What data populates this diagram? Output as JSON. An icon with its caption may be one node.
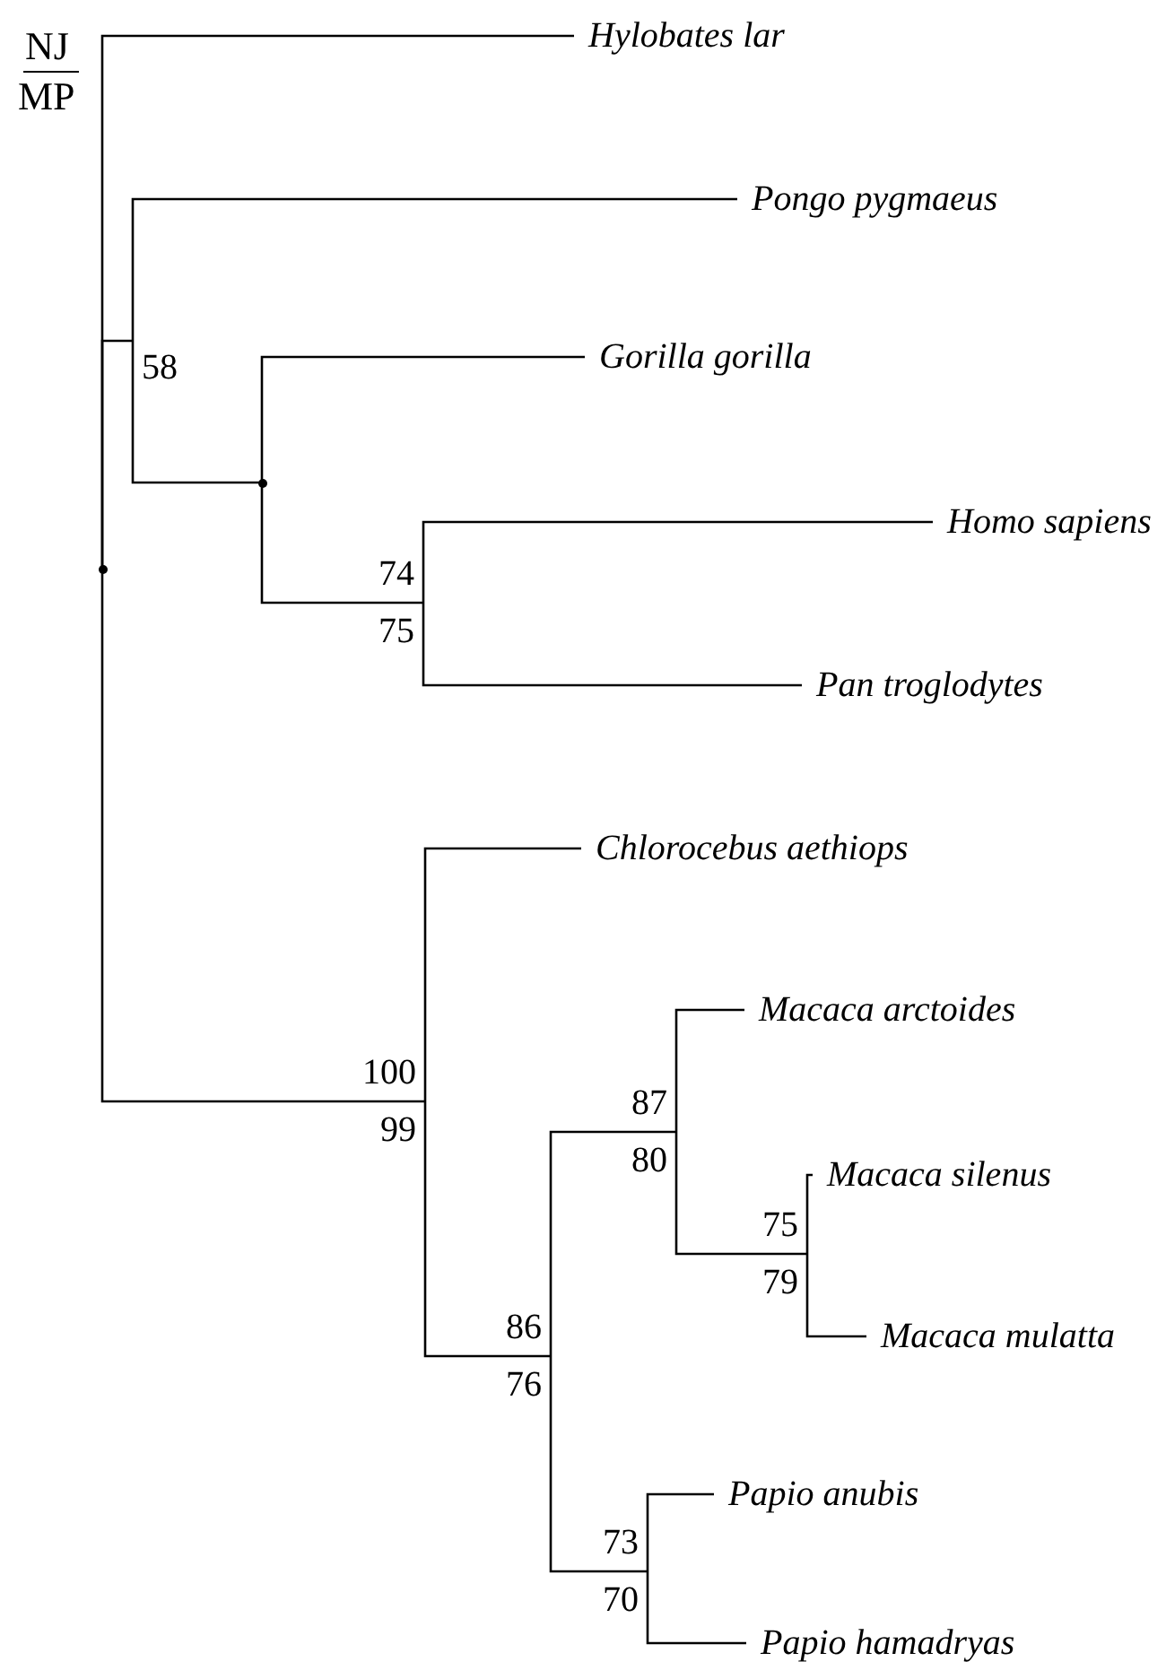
{
  "diagram": {
    "nodes": [
      {
        "text": [],
        "shape": "point"
      },
      {
        "text": [
          "Hylobates lar"
        ]
      },
      {
        "text": [
          "58"
        ]
      },
      {
        "text": [
          "Pongo pygmaeus"
        ]
      },
      {
        "text": [],
        "shape": "point"
      },
      {
        "text": [
          "Gorilla gorilla"
        ]
      },
      {
        "text": [
          "74",
          "75"
        ]
      },
      {
        "text": [
          "Homo sapiens"
        ]
      },
      {
        "text": [
          "Pan troglodytes"
        ]
      },
      {
        "text": [
          "100",
          "99"
        ]
      },
      {
        "text": [
          "Chlorocebus aethiops"
        ]
      },
      {
        "text": [
          "86",
          "76"
        ]
      },
      {
        "text": [
          "87",
          "80"
        ]
      },
      {
        "text": [
          "Macaca arctoides"
        ]
      },
      {
        "text": [
          "75",
          "79"
        ]
      },
      {
        "text": [
          "Macaca silenus"
        ]
      },
      {
        "text": [
          "Macaca mulatta"
        ]
      },
      {
        "text": [
          "73",
          "70"
        ]
      },
      {
        "text": [
          "Papio anubis"
        ]
      },
      {
        "text": [
          "Papio hamadryas"
        ]
      }
    ],
    "edges": [
      {
        "from": 0,
        "to": 1,
        "arrow": "none"
      },
      {
        "from": 0,
        "to": 2,
        "arrow": "none"
      },
      {
        "from": 2,
        "to": 3,
        "arrow": "none"
      },
      {
        "from": 2,
        "to": 4,
        "arrow": "none"
      },
      {
        "from": 4,
        "to": 5,
        "arrow": "none"
      },
      {
        "from": 4,
        "to": 6,
        "arrow": "none"
      },
      {
        "from": 6,
        "to": 7,
        "arrow": "none"
      },
      {
        "from": 6,
        "to": 8,
        "arrow": "none"
      },
      {
        "from": 0,
        "to": 9,
        "arrow": "none"
      },
      {
        "from": 9,
        "to": 10,
        "arrow": "none"
      },
      {
        "from": 9,
        "to": 11,
        "arrow": "none"
      },
      {
        "from": 11,
        "to": 12,
        "arrow": "none"
      },
      {
        "from": 12,
        "to": 13,
        "arrow": "none"
      },
      {
        "from": 12,
        "to": 14,
        "arrow": "none"
      },
      {
        "from": 14,
        "to": 15,
        "arrow": "none"
      },
      {
        "from": 14,
        "to": 16,
        "arrow": "none"
      },
      {
        "from": 11,
        "to": 17,
        "arrow": "none"
      },
      {
        "from": 17,
        "to": 18,
        "arrow": "none"
      },
      {
        "from": 17,
        "to": 19,
        "arrow": "none"
      }
    ],
    "labels": [
      "NJ",
      "MP"
    ]
  }
}
